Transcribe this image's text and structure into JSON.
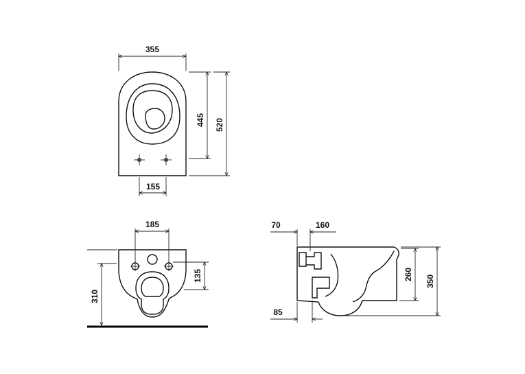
{
  "drawing": {
    "top_view": {
      "width": "355",
      "length": "520",
      "hole_to_front": "445",
      "hole_spacing": "155"
    },
    "front_view": {
      "hole_spacing": "185",
      "hole_height": "135",
      "height_from_floor": "310"
    },
    "side_view": {
      "outlet_offset_top": "70",
      "inlet_offset": "160",
      "outlet_offset_bottom": "85",
      "outlet_height": "260",
      "total_height": "350"
    }
  },
  "colors": {
    "line": "#111111",
    "background": "#ffffff"
  }
}
